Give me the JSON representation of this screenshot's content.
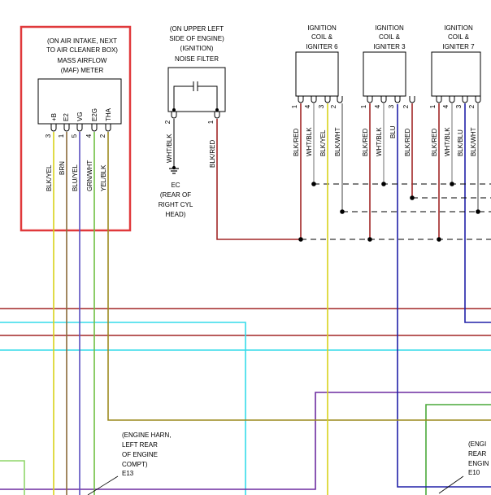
{
  "colors": {
    "highlight": "#e0393b",
    "brown": "#8a6a3a",
    "olive": "#9c8a1e",
    "dark_red": "#a22727",
    "yellow": "#d9d21a",
    "cyan": "#35dcea",
    "purple": "#6d2ca0",
    "green": "#6fc041",
    "light_green": "#8fd66a",
    "navy": "#2020a8",
    "gray": "#9a9a9a"
  },
  "maf": {
    "location": [
      "(ON AIR INTAKE, NEXT",
      "TO AIR CLEANER BOX)"
    ],
    "name": [
      "MASS AIRFLOW",
      "(MAF) METER"
    ],
    "terminals": [
      "+B",
      "E2",
      "VG",
      "E2G",
      "THA"
    ],
    "pins": [
      "3",
      "1",
      "5",
      "4",
      "2"
    ],
    "wires": [
      "BLK/YEL",
      "BRN",
      "BLU/YEL",
      "GRN/WHT",
      "YEL/BLK"
    ]
  },
  "filter": {
    "location": [
      "(ON UPPER LEFT",
      "SIDE OF ENGINE)"
    ],
    "name": [
      "(IGNITION)",
      "NOISE FILTER"
    ],
    "pins": [
      "2",
      "1"
    ],
    "wires": [
      "WHT/BLK",
      "BLK/RED"
    ],
    "ground": [
      "EC",
      "(REAR OF",
      "RIGHT CYL",
      "HEAD)"
    ]
  },
  "coils": [
    {
      "name": [
        "IGNITION",
        "COIL &",
        "IGNITER 6"
      ],
      "pins": [
        "1",
        "4",
        "3",
        "2"
      ],
      "wires": [
        "BLK/RED",
        "WHT/BLK",
        "BLK/YEL",
        "BLK/WHT"
      ]
    },
    {
      "name": [
        "IGNITION",
        "COIL &",
        "IGNITER 3"
      ],
      "pins": [
        "1",
        "4",
        "3",
        "2"
      ],
      "wires": [
        "BLK/RED",
        "WHT/BLK",
        "BLU",
        "BLK/RED"
      ]
    },
    {
      "name": [
        "IGNITION",
        "COIL &",
        "IGNITER 7"
      ],
      "pins": [
        "1",
        "4",
        "3",
        "2"
      ],
      "wires": [
        "BLK/RED",
        "WHT/BLK",
        "BLK/BLU",
        "BLK/WHT"
      ]
    }
  ],
  "connectors": [
    {
      "lines": [
        "(ENGINE HARN,",
        "LEFT REAR",
        "OF ENGINE",
        "COMPT)",
        "E13"
      ]
    },
    {
      "lines": [
        "(ENGI",
        "REAR",
        "ENGIN",
        "E10"
      ]
    }
  ]
}
